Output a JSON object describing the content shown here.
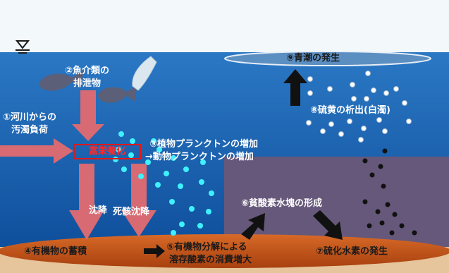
{
  "labels": {
    "river": "①河川からの",
    "river2": "汚濁負荷",
    "fish": "②魚介類の",
    "fish2": "排泄物",
    "eutrophication": "富栄養化",
    "plankton": "③植物プランクトンの増加",
    "plankton2": "→動物プランクトンの増加",
    "sink": "沈降",
    "dead_sink": "死骸沈降",
    "organic": "④有機物の蓄積",
    "decomp": "⑤有機物分解による",
    "decomp2": "溶存酸素の消費増大",
    "anoxic": "⑥貧酸素水塊の形成",
    "h2s": "⑦硫化水素の発生",
    "sulfur": "⑧硫黄の析出(白濁)",
    "blue_tide": "⑨青潮の発生"
  },
  "colors": {
    "sky": "#f3f8fa",
    "surface": "#2b78c4",
    "deep": "#0f4f9c",
    "anoxic_zone": "#66587a",
    "sediment": "#c0541c",
    "arrow": "#d76a72",
    "plankton_dot": "#3ff1ff",
    "sulfur_dot": "#ffffff",
    "h2s_dot": "#111111"
  }
}
